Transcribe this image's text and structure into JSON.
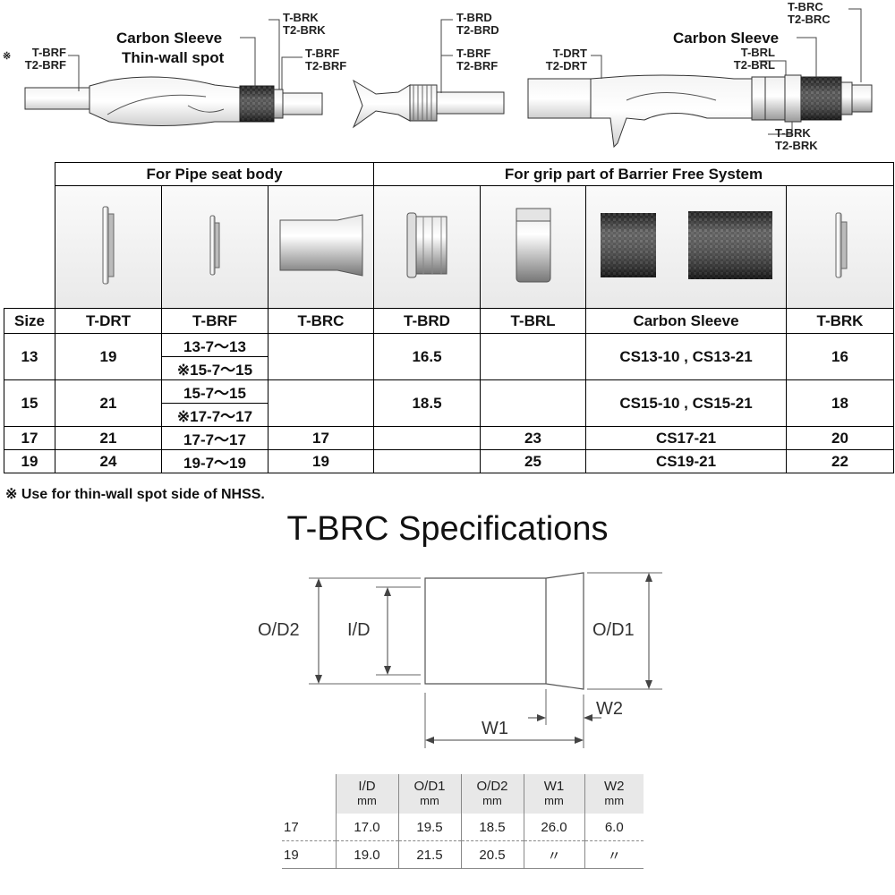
{
  "top_labels": {
    "sleeve_left": "Carbon Sleeve",
    "thin_wall": "Thin-wall spot",
    "brf_mark": "※",
    "brf_left_1": "T-BRF",
    "brf_left_2": "T2-BRF",
    "brk_1": "T-BRK",
    "brk_2": "T2-BRK",
    "brf_mid_1": "T-BRF",
    "brf_mid_2": "T2-BRF",
    "brd_1": "T-BRD",
    "brd_2": "T2-BRD",
    "brf_r_1": "T-BRF",
    "brf_r_2": "T2-BRF",
    "drt_1": "T-DRT",
    "drt_2": "T2-DRT",
    "sleeve_right": "Carbon Sleeve",
    "brc_1": "T-BRC",
    "brc_2": "T2-BRC",
    "brl_1": "T-BRL",
    "brl_2": "T2-BRL",
    "brk_r_1": "T-BRK",
    "brk_r_2": "T2-BRK"
  },
  "table": {
    "group1": "For Pipe seat body",
    "group2": "For grip part of Barrier Free System",
    "columns": [
      "Size",
      "T-DRT",
      "T-BRF",
      "T-BRC",
      "T-BRD",
      "T-BRL",
      "Carbon Sleeve",
      "T-BRK"
    ],
    "rows": [
      {
        "size": "13",
        "drt": "19",
        "brf1": "13-7～13",
        "brf2": "※15-7～15",
        "brc": "",
        "brd": "16.5",
        "brl": "",
        "sleeve": "CS13-10 , CS13-21",
        "brk": "16"
      },
      {
        "size": "15",
        "drt": "21",
        "brf1": "15-7～15",
        "brf2": "※17-7～17",
        "brc": "",
        "brd": "18.5",
        "brl": "",
        "sleeve": "CS15-10 , CS15-21",
        "brk": "18"
      },
      {
        "size": "17",
        "drt": "21",
        "brf1": "17-7～17",
        "brc": "17",
        "brd": "",
        "brl": "23",
        "sleeve": "CS17-21",
        "brk": "20"
      },
      {
        "size": "19",
        "drt": "24",
        "brf1": "19-7～19",
        "brc": "19",
        "brd": "",
        "brl": "25",
        "sleeve": "CS19-21",
        "brk": "22"
      }
    ],
    "note": "※ Use for thin-wall spot side of NHSS."
  },
  "spec": {
    "title": "T-BRC Specifications",
    "labels": {
      "od2": "O/D2",
      "id": "I/D",
      "od1": "O/D1",
      "w1": "W1",
      "w2": "W2"
    },
    "headers": [
      {
        "name": "I/D",
        "unit": "mm"
      },
      {
        "name": "O/D1",
        "unit": "mm"
      },
      {
        "name": "O/D2",
        "unit": "mm"
      },
      {
        "name": "W1",
        "unit": "mm"
      },
      {
        "name": "W2",
        "unit": "mm"
      }
    ],
    "rows": [
      {
        "size": "17",
        "id": "17.0",
        "od1": "19.5",
        "od2": "18.5",
        "w1": "26.0",
        "w2": "6.0"
      },
      {
        "size": "19",
        "id": "19.0",
        "od1": "21.5",
        "od2": "20.5",
        "w1": "〃",
        "w2": "〃"
      }
    ]
  }
}
